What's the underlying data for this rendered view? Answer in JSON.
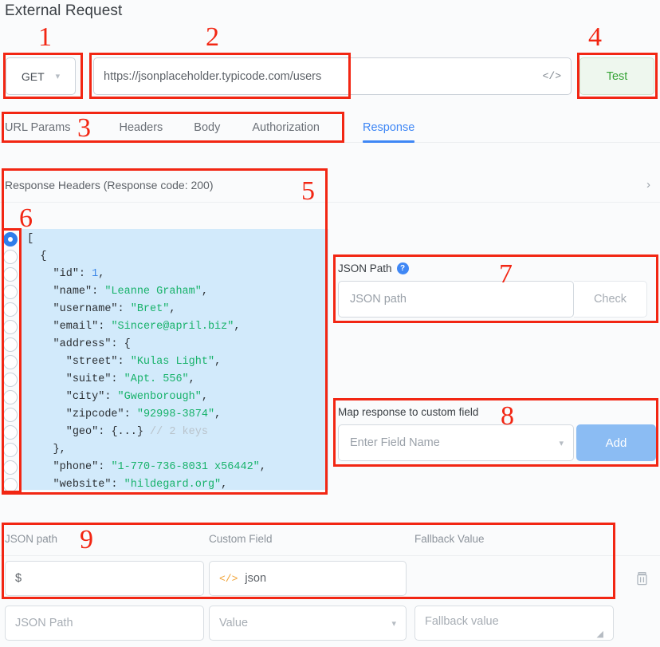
{
  "page_title": "External Request",
  "request": {
    "method": "GET",
    "method_chevron": "chevron-down-icon",
    "url": "https://jsonplaceholder.typicode.com/users",
    "url_code_icon": "</>",
    "test_label": "Test"
  },
  "tabs": [
    {
      "label": "URL Params",
      "active": false
    },
    {
      "label": "Headers",
      "active": false
    },
    {
      "label": "Body",
      "active": false
    },
    {
      "label": "Authorization",
      "active": false
    },
    {
      "label": "Response",
      "active": true
    }
  ],
  "response_headers": {
    "label": "Response Headers (Response code: 200)",
    "expand_icon": "chevron-right-icon"
  },
  "json_viewer": {
    "selected_line_index": 0,
    "lines": [
      {
        "indent": 0,
        "tokens": [
          {
            "t": "punc",
            "v": "["
          }
        ]
      },
      {
        "indent": 1,
        "tokens": [
          {
            "t": "punc",
            "v": "{"
          }
        ]
      },
      {
        "indent": 2,
        "tokens": [
          {
            "t": "key",
            "v": "\"id\": "
          },
          {
            "t": "num",
            "v": "1"
          },
          {
            "t": "punc",
            "v": ","
          }
        ]
      },
      {
        "indent": 2,
        "tokens": [
          {
            "t": "key",
            "v": "\"name\": "
          },
          {
            "t": "str",
            "v": "\"Leanne Graham\""
          },
          {
            "t": "punc",
            "v": ","
          }
        ]
      },
      {
        "indent": 2,
        "tokens": [
          {
            "t": "key",
            "v": "\"username\": "
          },
          {
            "t": "str",
            "v": "\"Bret\""
          },
          {
            "t": "punc",
            "v": ","
          }
        ]
      },
      {
        "indent": 2,
        "tokens": [
          {
            "t": "key",
            "v": "\"email\": "
          },
          {
            "t": "str",
            "v": "\"Sincere@april.biz\""
          },
          {
            "t": "punc",
            "v": ","
          }
        ]
      },
      {
        "indent": 2,
        "tokens": [
          {
            "t": "key",
            "v": "\"address\": "
          },
          {
            "t": "punc",
            "v": "{"
          }
        ]
      },
      {
        "indent": 3,
        "tokens": [
          {
            "t": "key",
            "v": "\"street\": "
          },
          {
            "t": "str",
            "v": "\"Kulas Light\""
          },
          {
            "t": "punc",
            "v": ","
          }
        ]
      },
      {
        "indent": 3,
        "tokens": [
          {
            "t": "key",
            "v": "\"suite\": "
          },
          {
            "t": "str",
            "v": "\"Apt. 556\""
          },
          {
            "t": "punc",
            "v": ","
          }
        ]
      },
      {
        "indent": 3,
        "tokens": [
          {
            "t": "key",
            "v": "\"city\": "
          },
          {
            "t": "str",
            "v": "\"Gwenborough\""
          },
          {
            "t": "punc",
            "v": ","
          }
        ]
      },
      {
        "indent": 3,
        "tokens": [
          {
            "t": "key",
            "v": "\"zipcode\": "
          },
          {
            "t": "str",
            "v": "\"92998-3874\""
          },
          {
            "t": "punc",
            "v": ","
          }
        ]
      },
      {
        "indent": 3,
        "tokens": [
          {
            "t": "key",
            "v": "\"geo\": "
          },
          {
            "t": "punc",
            "v": "{...}"
          },
          {
            "t": "com",
            "v": " // 2 keys"
          }
        ]
      },
      {
        "indent": 2,
        "tokens": [
          {
            "t": "punc",
            "v": "},"
          }
        ]
      },
      {
        "indent": 2,
        "tokens": [
          {
            "t": "key",
            "v": "\"phone\": "
          },
          {
            "t": "str",
            "v": "\"1-770-736-8031 x56442\""
          },
          {
            "t": "punc",
            "v": ","
          }
        ]
      },
      {
        "indent": 2,
        "tokens": [
          {
            "t": "key",
            "v": "\"website\": "
          },
          {
            "t": "str",
            "v": "\"hildegard.org\""
          },
          {
            "t": "punc",
            "v": ","
          }
        ]
      }
    ]
  },
  "json_path_panel": {
    "label": "JSON Path",
    "help_icon": "help-circle-icon",
    "help_glyph": "?",
    "input_placeholder": "JSON path",
    "input_value": "",
    "check_label": "Check"
  },
  "map_panel": {
    "label": "Map response to custom field",
    "field_placeholder": "Enter Field Name",
    "field_value": "",
    "field_chevron": "chevron-down-icon",
    "add_label": "Add"
  },
  "map_table": {
    "headers": [
      "JSON path",
      "Custom Field",
      "Fallback Value"
    ],
    "rows": [
      {
        "json_path": "$",
        "custom_field": "json",
        "custom_field_icon": "</>",
        "fallback_value": "",
        "delete_icon": "trash-icon"
      }
    ],
    "new_row": {
      "json_path_placeholder": "JSON Path",
      "custom_field_placeholder": "Value",
      "custom_field_chevron": "chevron-down-icon",
      "fallback_placeholder": "Fallback value",
      "resize_handle": "resize-grip-icon"
    }
  },
  "annotations": [
    {
      "num": "1"
    },
    {
      "num": "2"
    },
    {
      "num": "3"
    },
    {
      "num": "4"
    },
    {
      "num": "5"
    },
    {
      "num": "6"
    },
    {
      "num": "7"
    },
    {
      "num": "8"
    },
    {
      "num": "9"
    }
  ],
  "colors": {
    "annotation_red": "#f22613",
    "accent_blue": "#3f87f5",
    "test_green": "#36a336",
    "json_string_green": "#17b26a",
    "json_bg_blue": "#d2eafb",
    "code_icon_orange": "#f0a132"
  }
}
